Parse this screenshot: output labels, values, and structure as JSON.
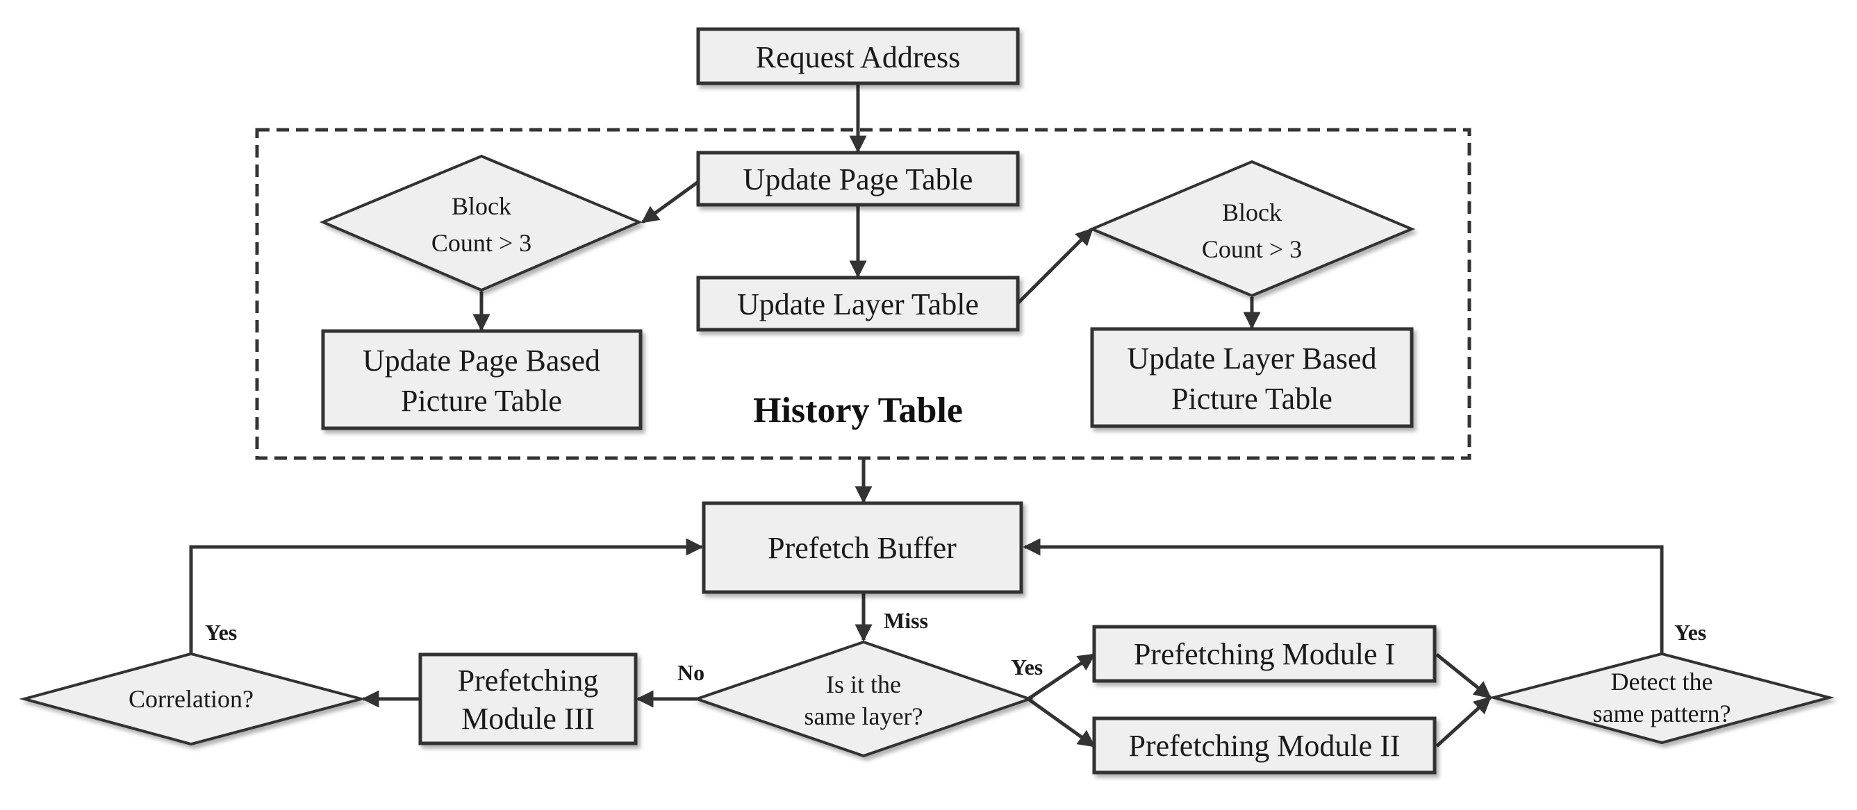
{
  "nodes": {
    "request_address": {
      "lines": [
        "Request Address"
      ]
    },
    "update_page_table": {
      "lines": [
        "Update Page Table"
      ]
    },
    "update_layer_table": {
      "lines": [
        "Update Layer Table"
      ]
    },
    "block_count_left": {
      "lines": [
        "Block",
        "Count > 3"
      ]
    },
    "block_count_right": {
      "lines": [
        "Block",
        "Count > 3"
      ]
    },
    "page_picture_table": {
      "lines": [
        "Update Page Based",
        "Picture Table"
      ]
    },
    "layer_picture_table": {
      "lines": [
        "Update Layer Based",
        "Picture Table"
      ]
    },
    "prefetch_buffer": {
      "lines": [
        "Prefetch Buffer"
      ]
    },
    "same_layer": {
      "lines": [
        "Is it the",
        "same layer?"
      ]
    },
    "module_1": {
      "lines": [
        "Prefetching Module I"
      ]
    },
    "module_2": {
      "lines": [
        "Prefetching Module II"
      ]
    },
    "module_3": {
      "lines": [
        "Prefetching",
        "Module III"
      ]
    },
    "correlation": {
      "lines": [
        "Correlation?"
      ]
    },
    "same_pattern": {
      "lines": [
        "Detect the",
        "same pattern?"
      ]
    }
  },
  "group": {
    "title": "History Table"
  },
  "edge_labels": {
    "miss": "Miss",
    "no": "No",
    "yes_layer": "Yes",
    "yes_correlation": "Yes",
    "yes_pattern": "Yes"
  }
}
